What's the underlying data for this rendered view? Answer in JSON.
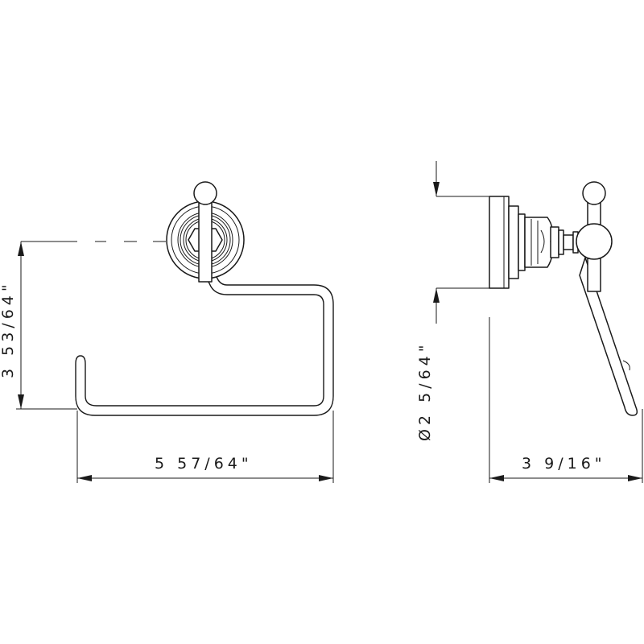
{
  "diagram": {
    "views": {
      "front": {
        "width_dimension": "5 57/64\"",
        "height_dimension": "3 53/64\""
      },
      "side": {
        "diameter_dimension": "Ø2 5/64\"",
        "depth_dimension": "3 9/16\""
      }
    },
    "line_color": "#1a1a1a",
    "background_color": "#ffffff"
  }
}
